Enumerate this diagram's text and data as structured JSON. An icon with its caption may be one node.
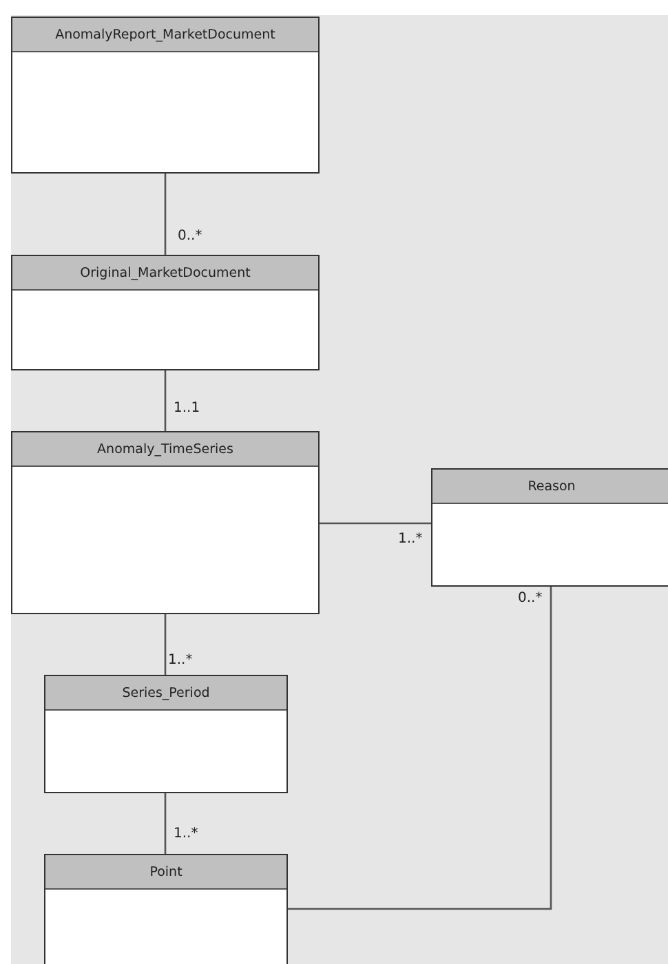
{
  "diagram": {
    "nodes": [
      {
        "text": [
          "AnomalyReport_MarketDocument"
        ]
      },
      {
        "text": [
          "Original_MarketDocument"
        ]
      },
      {
        "text": [
          "Anomaly_TimeSeries"
        ]
      },
      {
        "text": [
          "Reason"
        ]
      },
      {
        "text": [
          "Series_Period"
        ]
      },
      {
        "text": [
          "Point"
        ]
      }
    ],
    "edges": [
      {
        "from": 0,
        "to": 1,
        "arrow": "none",
        "label": "0..*"
      },
      {
        "from": 1,
        "to": 2,
        "arrow": "none",
        "label": "1..1"
      },
      {
        "from": 2,
        "to": 3,
        "arrow": "none",
        "label": "1..*"
      },
      {
        "from": 2,
        "to": 4,
        "arrow": "none",
        "label": "1..*"
      },
      {
        "from": 4,
        "to": 5,
        "arrow": "none",
        "label": "1..*"
      },
      {
        "from": 5,
        "to": 3,
        "arrow": "none",
        "label": "0..*"
      }
    ]
  }
}
